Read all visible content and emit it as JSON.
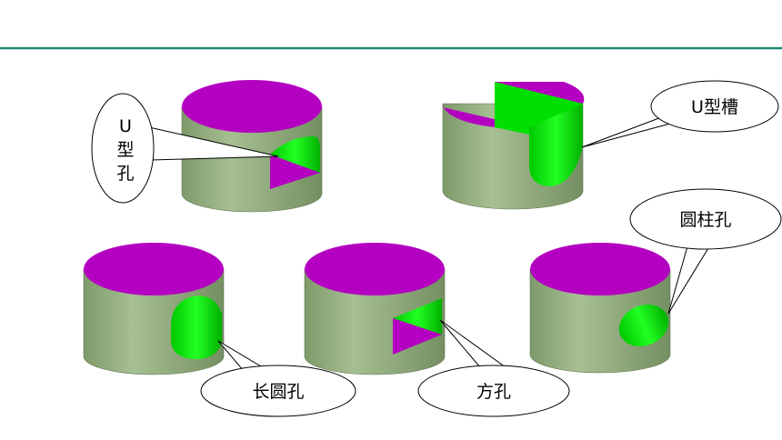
{
  "slide": {
    "accent_color": "#1f8a76"
  },
  "colors": {
    "cylinder_top": "#b400c0",
    "cylinder_body": "#8ca878",
    "cut_green": "#00e800",
    "cut_magenta": "#b400c0"
  },
  "labels": {
    "u_hole": [
      "U",
      "型",
      "孔"
    ],
    "u_slot": "U型槽",
    "round_hole": "圆柱孔",
    "long_round_hole": "长圆孔",
    "square_hole": "方孔"
  }
}
